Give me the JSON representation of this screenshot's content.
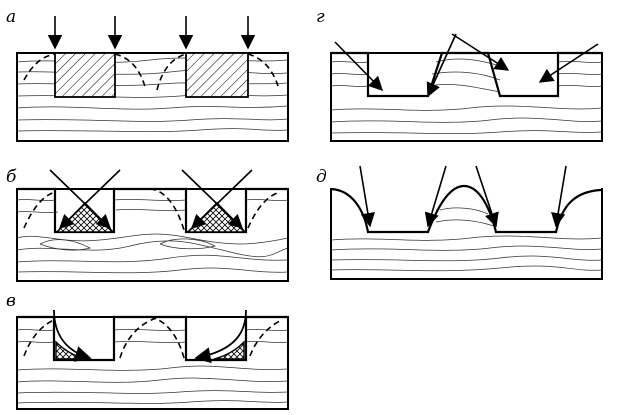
{
  "panels": [
    {
      "id": "a",
      "label": "а"
    },
    {
      "id": "b",
      "label": "б"
    },
    {
      "id": "v",
      "label": "в"
    },
    {
      "id": "g",
      "label": "г"
    },
    {
      "id": "d",
      "label": "д"
    }
  ]
}
